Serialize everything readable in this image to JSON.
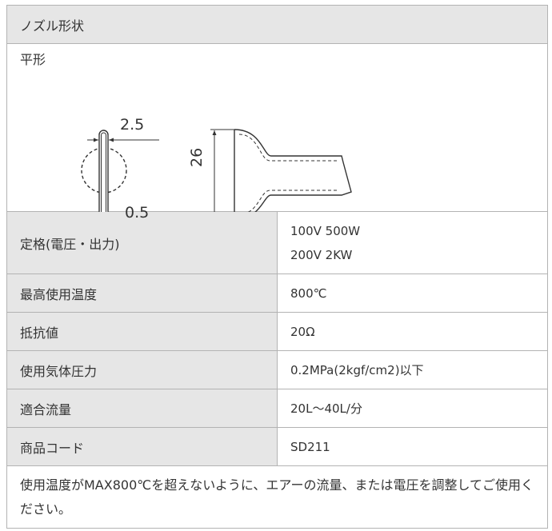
{
  "header": {
    "title": "ノズル形状"
  },
  "shape": {
    "label": "平形",
    "dims": {
      "thickness": "2.5",
      "gap": "0.5",
      "height": "26"
    }
  },
  "rows": [
    {
      "label": "定格(電圧・出力)",
      "values": [
        "100V  500W",
        "200V  2KW"
      ]
    },
    {
      "label": "最高使用温度",
      "values": [
        "800℃"
      ]
    },
    {
      "label": "抵抗値",
      "values": [
        "20Ω"
      ]
    },
    {
      "label": "使用気体圧力",
      "values": [
        "0.2MPa(2kgf/cm2)以下"
      ]
    },
    {
      "label": "適合流量",
      "values": [
        "20L～40L/分"
      ]
    },
    {
      "label": "商品コード",
      "values": [
        "SD211"
      ]
    }
  ],
  "note": "使用温度がMAX800℃を超えないように、エアーの流量、または電圧を調整してご使用ください。"
}
